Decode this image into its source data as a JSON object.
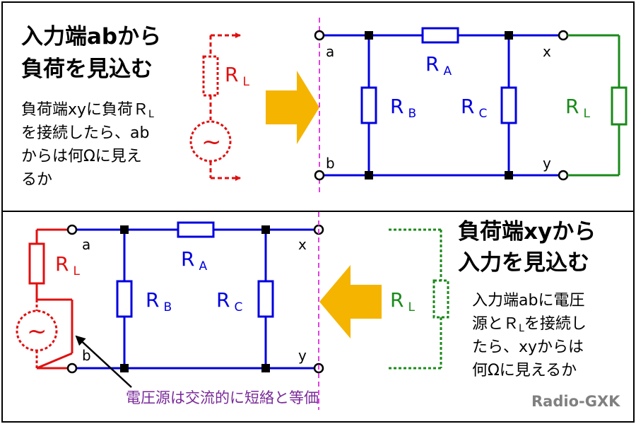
{
  "top": {
    "title_line1": "入力端abから",
    "title_line2": "負荷を見込む",
    "desc_lines": [
      "負荷端xyに負荷ＲＬ",
      "を接続したら、ab",
      "からは何Ωに見え",
      "るか"
    ],
    "desc_l1_a": "負荷端xyに負荷Ｒ",
    "desc_l1_sub": "L"
  },
  "bottom": {
    "title_line1": "負荷端xyから",
    "title_line2": "入力を見込む",
    "desc_l1": "入力端abに電圧",
    "desc_l2_a": "源とＲ",
    "desc_l2_sub": "L",
    "desc_l2_b": "を接続し",
    "desc_l3": "たら、xyからは",
    "desc_l4": "何Ωに見えるか"
  },
  "labels": {
    "RA_main": "R",
    "RA_sub": "A",
    "RB_main": "R",
    "RB_sub": "B",
    "RC_main": "R",
    "RC_sub": "C",
    "RL_main": "R",
    "RL_sub": "L",
    "node_a": "a",
    "node_b": "b",
    "node_x": "x",
    "node_y": "y",
    "source": "~"
  },
  "annotation": "電圧源は交流的に短絡と等価",
  "credit": "Radio-GXK",
  "colors": {
    "network": "#0000e0",
    "load_green": "#1a8a1a",
    "red": "#e01010",
    "arrow": "#f5b400",
    "divider": "#e040e0",
    "annotation": "#7a2a9a",
    "credit": "#808080"
  }
}
